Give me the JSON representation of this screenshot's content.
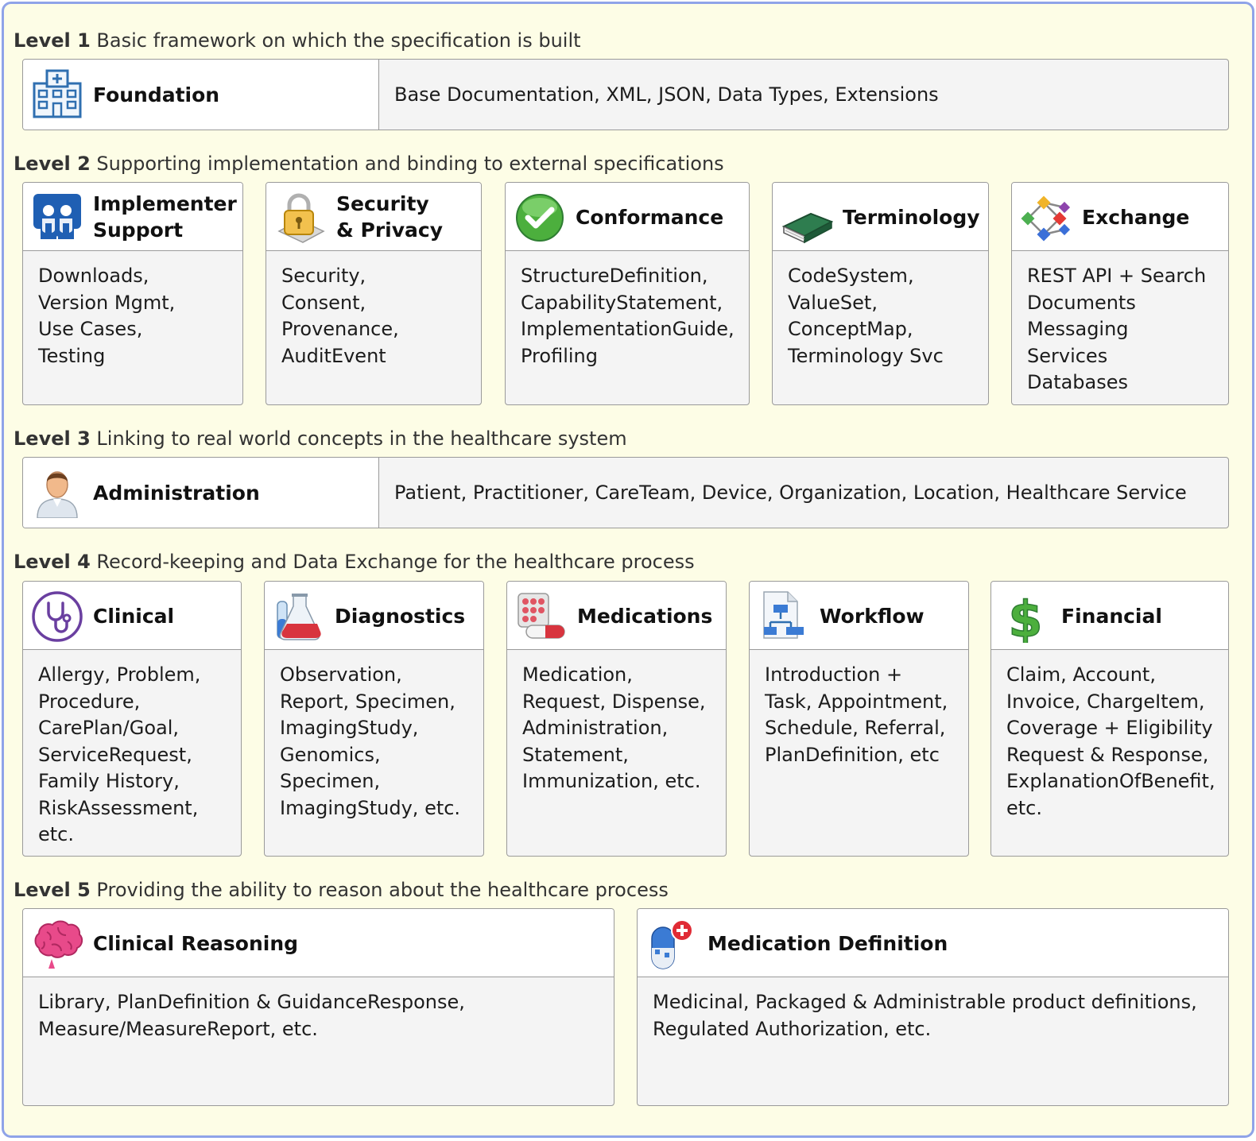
{
  "levels": [
    {
      "label": "Level 1",
      "desc": "Basic framework on which the specification is built"
    },
    {
      "label": "Level 2",
      "desc": "Supporting implementation and binding to external specifications"
    },
    {
      "label": "Level 3",
      "desc": "Linking to real world concepts in the healthcare system"
    },
    {
      "label": "Level 4",
      "desc": "Record-keeping and Data Exchange for the healthcare process"
    },
    {
      "label": "Level 5",
      "desc": "Providing the ability to reason about the healthcare process"
    }
  ],
  "foundation": {
    "title": "Foundation",
    "icon": "building-icon",
    "desc": "Base Documentation, XML, JSON, Data Types, Extensions"
  },
  "level2": [
    {
      "title": "Implementer\nSupport",
      "icon": "people-icon",
      "body": "Downloads,\nVersion Mgmt,\nUse Cases,\nTesting"
    },
    {
      "title": "Security\n& Privacy",
      "icon": "lock-icon",
      "body": "Security,\nConsent,\nProvenance,\nAuditEvent"
    },
    {
      "title": "Conformance",
      "icon": "checkmark-icon",
      "body": "StructureDefinition,\nCapabilityStatement,\nImplementationGuide,\nProfiling"
    },
    {
      "title": "Terminology",
      "icon": "book-icon",
      "body": "CodeSystem,\nValueSet,\nConceptMap,\nTerminology Svc"
    },
    {
      "title": "Exchange",
      "icon": "network-icon",
      "body": "REST API + Search\nDocuments\nMessaging\nServices\nDatabases"
    }
  ],
  "administration": {
    "title": "Administration",
    "icon": "person-icon",
    "desc": "Patient, Practitioner, CareTeam, Device, Organization, Location, Healthcare Service"
  },
  "level4": [
    {
      "title": "Clinical",
      "icon": "stethoscope-icon",
      "body": "Allergy, Problem,\nProcedure,\nCarePlan/Goal,\nServiceRequest,\nFamily History,\nRiskAssessment,\netc."
    },
    {
      "title": "Diagnostics",
      "icon": "test-tubes-icon",
      "body": "Observation,\nReport, Specimen,\nImagingStudy,\nGenomics,\nSpecimen,\nImagingStudy, etc."
    },
    {
      "title": "Medications",
      "icon": "pills-icon",
      "body": "Medication,\nRequest, Dispense,\nAdministration,\nStatement,\nImmunization, etc."
    },
    {
      "title": "Workflow",
      "icon": "flowchart-icon",
      "body": "Introduction +\nTask, Appointment,\nSchedule, Referral,\nPlanDefinition, etc"
    },
    {
      "title": "Financial",
      "icon": "dollar-icon",
      "body": "Claim, Account,\nInvoice, ChargeItem,\nCoverage + Eligibility\nRequest & Response,\nExplanationOfBenefit,\netc."
    }
  ],
  "level5": [
    {
      "title": "Clinical Reasoning",
      "icon": "brain-icon",
      "body": "Library, PlanDefinition & GuidanceResponse,\nMeasure/MeasureReport, etc."
    },
    {
      "title": "Medication Definition",
      "icon": "capsule-icon",
      "body": "Medicinal, Packaged & Administrable product definitions,\nRegulated Authorization, etc."
    }
  ]
}
